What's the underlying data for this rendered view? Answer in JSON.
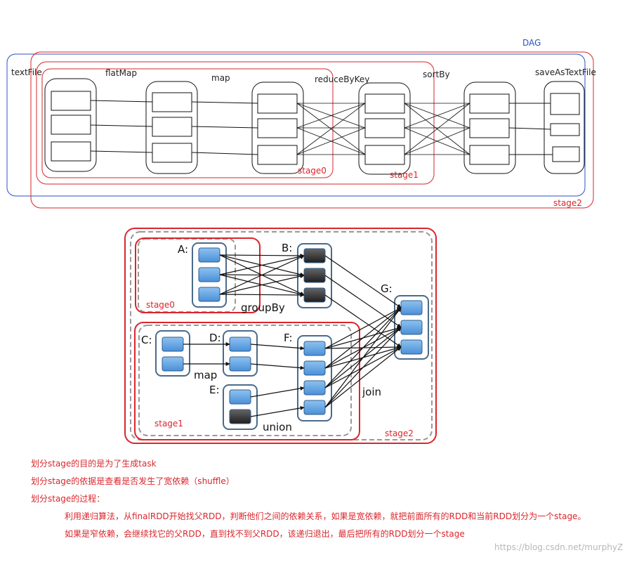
{
  "dag": {
    "title": "DAG",
    "ops": {
      "textFile": "textFile",
      "flatMap": "flatMap",
      "map": "map",
      "reduceByKey": "reduceByKey",
      "sortBy": "sortBy",
      "saveAsTextFile": "saveAsTextFile"
    },
    "stages": {
      "s0": "stage0",
      "s1": "stage1",
      "s2": "stage2"
    }
  },
  "rdd": {
    "nodes": {
      "A": "A:",
      "B": "B:",
      "C": "C:",
      "D": "D:",
      "E": "E:",
      "F": "F:",
      "G": "G:"
    },
    "ops": {
      "groupBy": "groupBy",
      "map": "map",
      "union": "union",
      "join": "join"
    },
    "stages": {
      "s0": "stage0",
      "s1": "stage1",
      "s2": "stage2"
    }
  },
  "notes": {
    "line1": "划分stage的目的是为了生成task",
    "line2": "划分stage的依据是查看是否发生了宽依赖（shuffle）",
    "line3": "划分stage的过程：",
    "line4": "利用递归算法，从finalRDD开始找父RDD，判断他们之间的依赖关系，如果是宽依赖，就把前面所有的RDD和当前RDD划分为一个stage。",
    "line5": "如果是窄依赖，会继续找它的父RDD，直到找不到父RDD，该递归退出，最后把所有的RDD划分一个stage"
  },
  "watermark": "https://blog.csdn.net/murphyZ",
  "colors": {
    "stage_red": "#d9262c",
    "dag_blue": "#2b4fc7",
    "partition_blue": "#5b9bd5",
    "partition_dark": "#333333",
    "rdd_border": "#4a6b8a"
  }
}
